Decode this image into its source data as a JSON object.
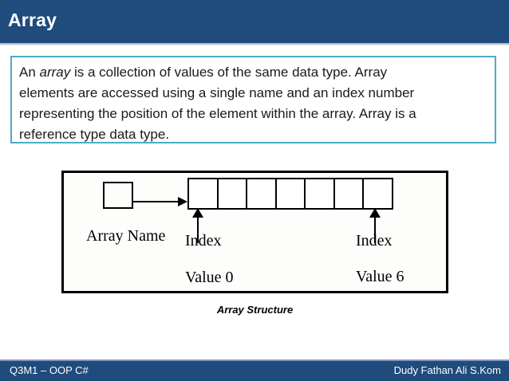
{
  "header": {
    "title": "Array"
  },
  "definition": {
    "lines": [
      {
        "pre": "An ",
        "italic": "array",
        "post": " is a collection of values of the same data type. Array"
      },
      {
        "text": "elements are accessed using a single name and an index number"
      },
      {
        "text": "representing the position of the element within the array. Array is a"
      },
      {
        "text": "reference type data type."
      }
    ]
  },
  "diagram": {
    "cell_count": 7,
    "array_name_label": "Array Name",
    "index_left_label": "Index",
    "index_right_label": "Index",
    "value_left_label": "Value 0",
    "value_right_label": "Value 6",
    "caption": "Array Structure"
  },
  "footer": {
    "left": "Q3M1 – OOP C#",
    "right": "Dudy Fathan Ali S.Kom"
  },
  "colors": {
    "header_bg": "#1F4B7D",
    "footer_bg": "#1F4B7D",
    "definition_border": "#4BACC6",
    "body_text": "#1A1A1A",
    "diagram_ink": "#000000"
  }
}
